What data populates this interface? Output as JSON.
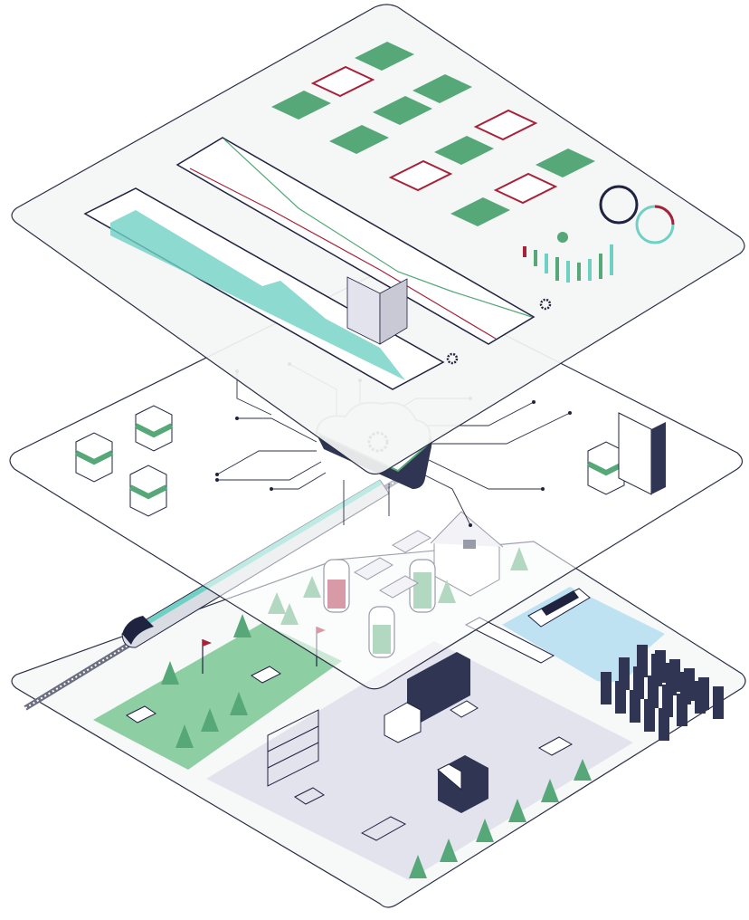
{
  "illustration": {
    "layers": [
      "analytics-dashboard-layer",
      "cloud-connectivity-layer",
      "physical-infrastructure-layer"
    ],
    "colors": {
      "background": "#ffffff",
      "plane_fill": "#f7f8f8",
      "plane_stroke": "#2b2f45",
      "navy": "#1f2340",
      "green": "#56a878",
      "dark_green": "#3d8a5e",
      "teal": "#6fd1c4",
      "red": "#a8213a",
      "lavender": "#e3e3ee",
      "water": "#bfe2f2",
      "field": "#8dcfa2"
    },
    "icons": [
      "cloud-gear-icon",
      "server-icon",
      "battery-icon",
      "train-icon",
      "truck-icon",
      "forklift-icon",
      "ship-icon",
      "house-icon",
      "car-icon",
      "tree-icon",
      "golf-cart-icon",
      "flag-icon",
      "gear-icon"
    ]
  }
}
